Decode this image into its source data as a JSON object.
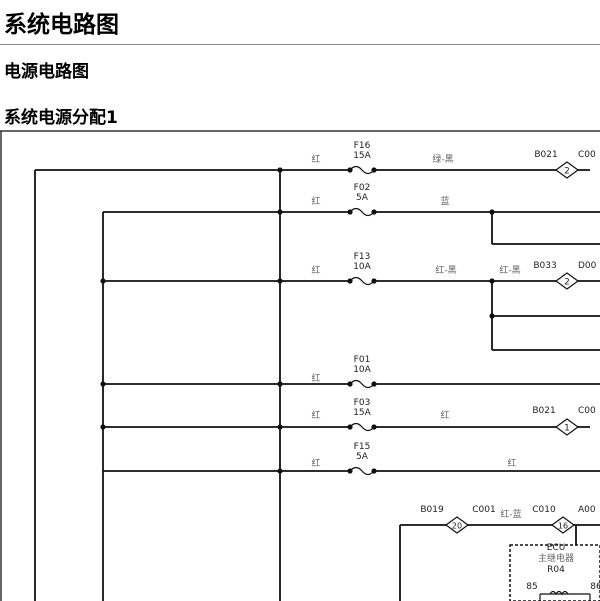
{
  "header": {
    "title": "系统电路图",
    "section": "电源电路图",
    "subsection": "系统电源分配1"
  },
  "diagram": {
    "fuses": [
      {
        "id": "F16",
        "rating": "15A"
      },
      {
        "id": "F02",
        "rating": "5A"
      },
      {
        "id": "F13",
        "rating": "10A"
      },
      {
        "id": "F01",
        "rating": "10A"
      },
      {
        "id": "F03",
        "rating": "15A"
      },
      {
        "id": "F15",
        "rating": "5A"
      }
    ],
    "wire_colors": {
      "red": "红",
      "green_black": "绿-黑",
      "blue": "蓝",
      "red_black": "红-黑",
      "red_blue": "红-蓝"
    },
    "connectors": {
      "b021_top": "B021",
      "c00_top": "C00",
      "b033": "B033",
      "d00": "D00",
      "b021_mid": "B021",
      "c00_mid": "C00",
      "b019": "B019",
      "c001": "C001",
      "c010": "C010",
      "a00": "A00"
    },
    "pins": {
      "p1": "2",
      "p2": "2",
      "p3": "1",
      "p4": "20",
      "p5": "16"
    },
    "relay": {
      "module": "ECU",
      "name": "主继电器",
      "id": "R04",
      "pin_a": "85",
      "pin_b": "86"
    }
  }
}
